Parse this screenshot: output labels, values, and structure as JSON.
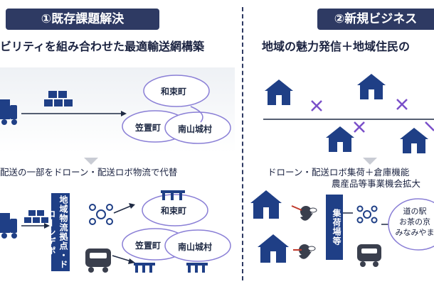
{
  "left": {
    "badge": "①既存課題解決",
    "heading": "ビリティを組み合わせた最適輸送網構築",
    "note": "配送の一部をドローン・配送ロボ物流で代替",
    "hub_label": "地域物流拠点・ドローンデポ",
    "towns": {
      "top": "和束町",
      "left": "笠置町",
      "right": "南山城村"
    }
  },
  "right": {
    "badge": "②新規ビジネス",
    "heading": "地域の魅力発信＋地域住民の",
    "note_line1": "ドローン・配送ロボ集荷＋倉庫機能",
    "note_line2": "農産品等事業機会拡大",
    "hub_label": "集荷場等",
    "bubble_text": [
      "道の駅",
      "お茶の京",
      "みなみやま"
    ]
  },
  "colors": {
    "navy": "#2e3a63",
    "blue": "#1f3f86",
    "purple": "#7a4fc9",
    "accent": "#6a5cc7"
  },
  "icons": [
    "truck-icon",
    "boxes-icon",
    "house-icon",
    "drone-icon",
    "robot-icon",
    "shop-icon",
    "farmer-icon"
  ]
}
